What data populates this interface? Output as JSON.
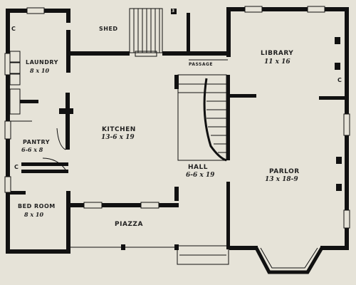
{
  "rooms": {
    "closet_top": {
      "name": "C"
    },
    "laundry": {
      "name": "LAUNDRY",
      "size": "8 x 10"
    },
    "shed": {
      "name": "SHED"
    },
    "step_marker": {
      "name": "3"
    },
    "passage": {
      "name": "PASSAGE"
    },
    "library": {
      "name": "LIBRARY",
      "size": "11 x 16"
    },
    "library_closet": {
      "name": "C"
    },
    "kitchen": {
      "name": "KITCHEN",
      "size": "13-6 x 19"
    },
    "pantry": {
      "name": "PANTRY",
      "size": "6-6 x 8"
    },
    "closet_mid": {
      "name": "C"
    },
    "hall": {
      "name": "HALL",
      "size": "6-6 x 19"
    },
    "parlor": {
      "name": "PARLOR",
      "size": "13 x 18-9"
    },
    "bedroom": {
      "name": "BED ROOM",
      "size": "8 x 10"
    },
    "piazza": {
      "name": "PIAZZA"
    }
  }
}
